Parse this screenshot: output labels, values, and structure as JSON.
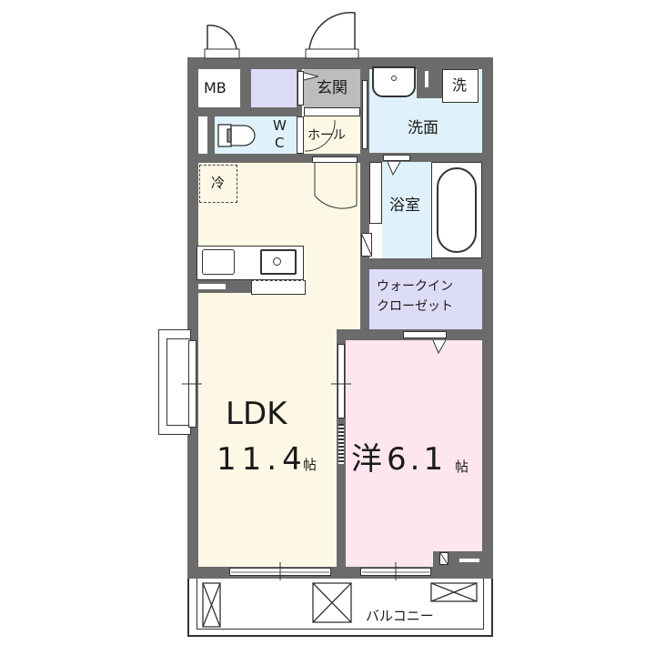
{
  "colors": {
    "wall": "#6b6b6b",
    "ldk": "#fdf8e6",
    "western_room": "#fde6ef",
    "water_area": "#dff2fb",
    "storage": "#dcdcf7",
    "entrance": "#bdbdbd",
    "hall": "#fdf8e6"
  },
  "rooms": {
    "mb": {
      "label": "MB"
    },
    "genkan": {
      "label": "玄関"
    },
    "wc": {
      "label_w": "W",
      "label_c": "C"
    },
    "hall": {
      "label": "ホール"
    },
    "senmen": {
      "label": "洗面"
    },
    "washer": {
      "label": "洗"
    },
    "fridge": {
      "label": "冷"
    },
    "bath": {
      "label": "浴室"
    },
    "wic": {
      "label_line1": "ウォークイン",
      "label_line2": "クローゼット"
    },
    "ldk": {
      "label": "LDK",
      "size": "11.4",
      "unit": "帖"
    },
    "western": {
      "label": "洋",
      "size": "6.1",
      "unit": "帖"
    },
    "balcony": {
      "label": "バルコニー"
    }
  }
}
